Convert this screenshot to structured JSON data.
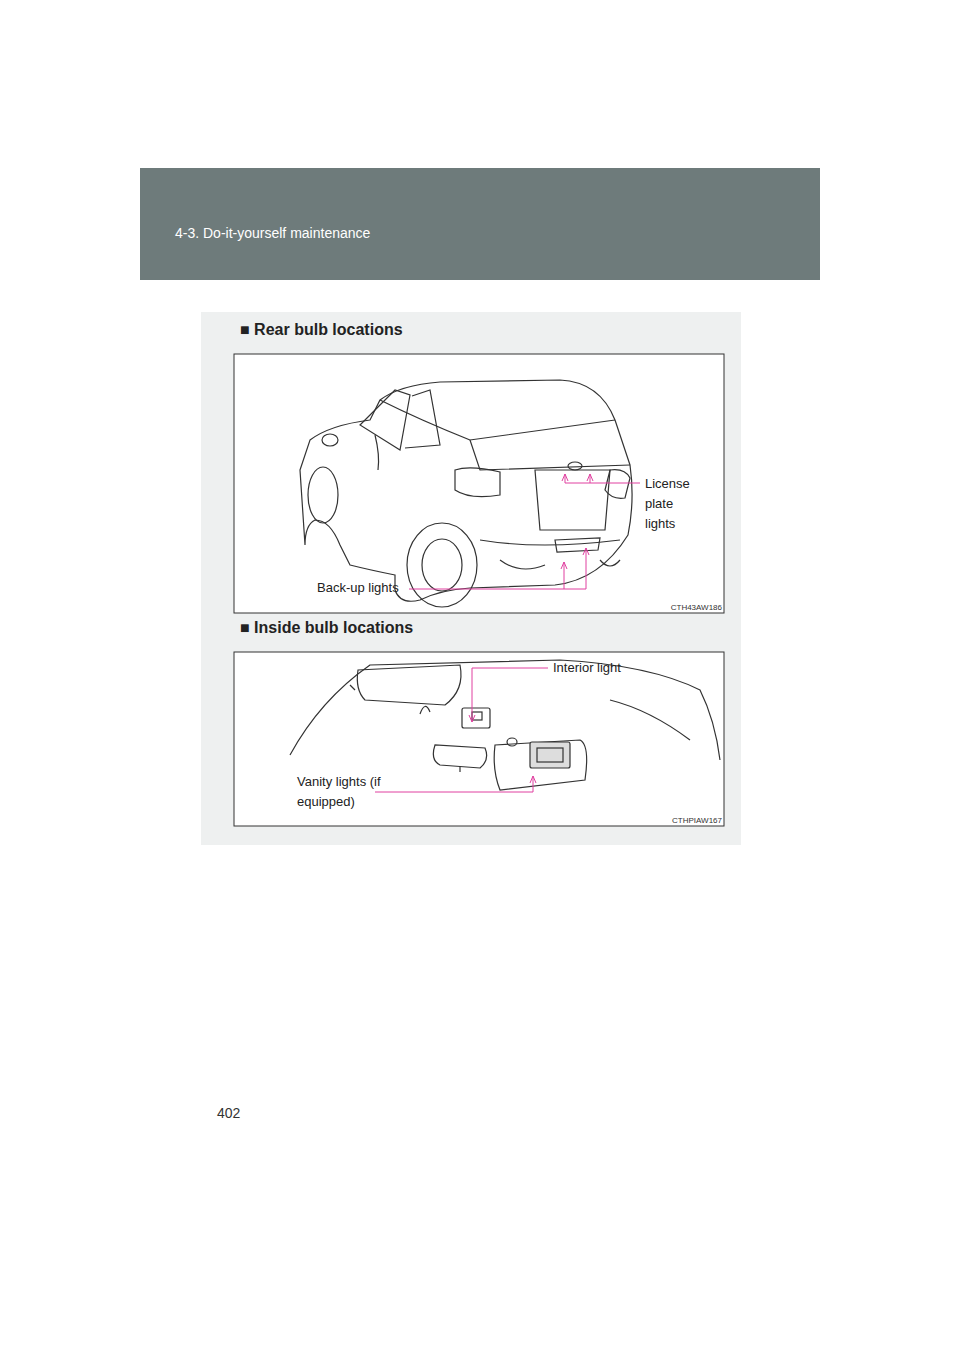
{
  "diagram": {
    "labels": [
      "4-3. Do-it-yourself maintenance",
      "402",
      "■ Rear bulb locations",
      "License plate lights",
      "Back-up lights",
      "CTH43AW186",
      "■ Inside bulb locations",
      "Interior light",
      "Vanity lights (if equipped)",
      "CTHPIAW167"
    ]
  }
}
